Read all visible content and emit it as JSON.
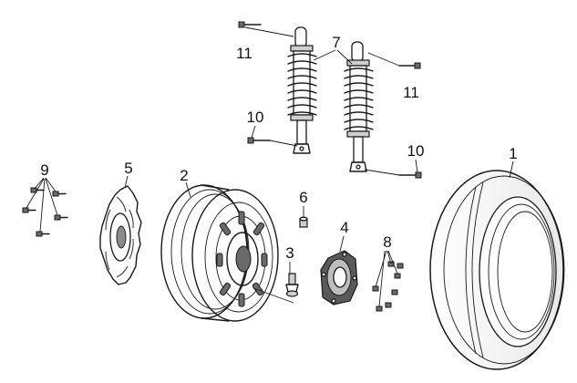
{
  "callouts": {
    "tire": "1",
    "rim": "2",
    "valve": "3",
    "hub_plate": "4",
    "brake_disc": "5",
    "spacer": "6",
    "shock_absorber": "7",
    "nuts": "8",
    "disc_bolts": "9",
    "lower_bolt_left": "10",
    "lower_bolt_right": "10",
    "upper_bolt_left": "11",
    "upper_bolt_right": "11"
  }
}
